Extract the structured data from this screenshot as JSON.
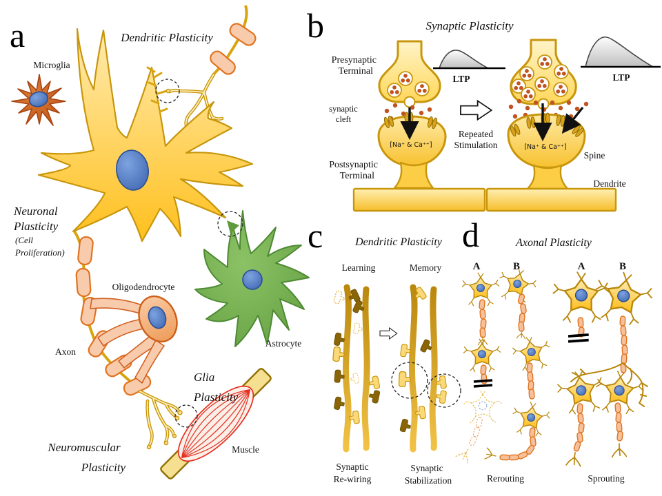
{
  "figure": {
    "background": "#FFFFFF",
    "colors": {
      "neuron_gold": "#FFC01E",
      "neuron_outline": "#C8960C",
      "nucleus_blue": "#3A62AC",
      "myelin_fill": "#F8CBAD",
      "myelin_outline": "#E0731F",
      "microglia_orange": "#BC4F14",
      "astrocyte_green": "#5E9B3D",
      "neurotransmitter_dot": "#C0531F",
      "muscle_red": "#E53022",
      "ltp_curve_gray": "#BFBFBF"
    },
    "panel_a": {
      "letter": "a",
      "title": "Dendritic Plasticity",
      "labels": {
        "microglia": "Microglia",
        "neuronal_plasticity": [
          "Neuronal",
          "Plasticity",
          "(Cell",
          "Proliferation)"
        ],
        "oligodendrocyte": "Oligodendrocyte",
        "axon": "Axon",
        "glia_plasticity": [
          "Glia",
          "Plasticity"
        ],
        "astrocyte": "Astrocyte",
        "neuromuscular_plasticity": [
          "Neuromuscular",
          "Plasticity"
        ],
        "muscle": "Muscle"
      }
    },
    "panel_b": {
      "letter": "b",
      "title": "Synaptic Plasticity",
      "labels": {
        "presynaptic": [
          "Presynaptic",
          "Terminal"
        ],
        "synaptic_cleft": [
          "synaptic",
          "cleft"
        ],
        "postsynaptic": [
          "Postsynaptic",
          "Terminal"
        ],
        "ltp_before": "LTP",
        "ltp_after": "LTP",
        "ions_before": "[Na⁺ & Ca⁺⁺]",
        "ions_after": "[Na⁺ & Ca⁺⁺]",
        "repeated_stimulation": [
          "Repeated",
          "Stimulation"
        ],
        "spine": "Spine",
        "dendrite": "Dendrite"
      }
    },
    "panel_c": {
      "letter": "c",
      "title": "Dendritic Plasticity",
      "labels": {
        "learning": "Learning",
        "memory": "Memory",
        "synaptic_rewiring": [
          "Synaptic",
          "Re-wiring"
        ],
        "synaptic_stabilization": [
          "Synaptic",
          "Stabilization"
        ]
      }
    },
    "panel_d": {
      "letter": "d",
      "title": "Axonal Plasticity",
      "labels": {
        "rerouting_col_a": "A",
        "rerouting_col_b": "B",
        "sprouting_col_a": "A",
        "sprouting_col_b": "B",
        "rerouting": "Rerouting",
        "sprouting": "Sprouting"
      }
    }
  }
}
